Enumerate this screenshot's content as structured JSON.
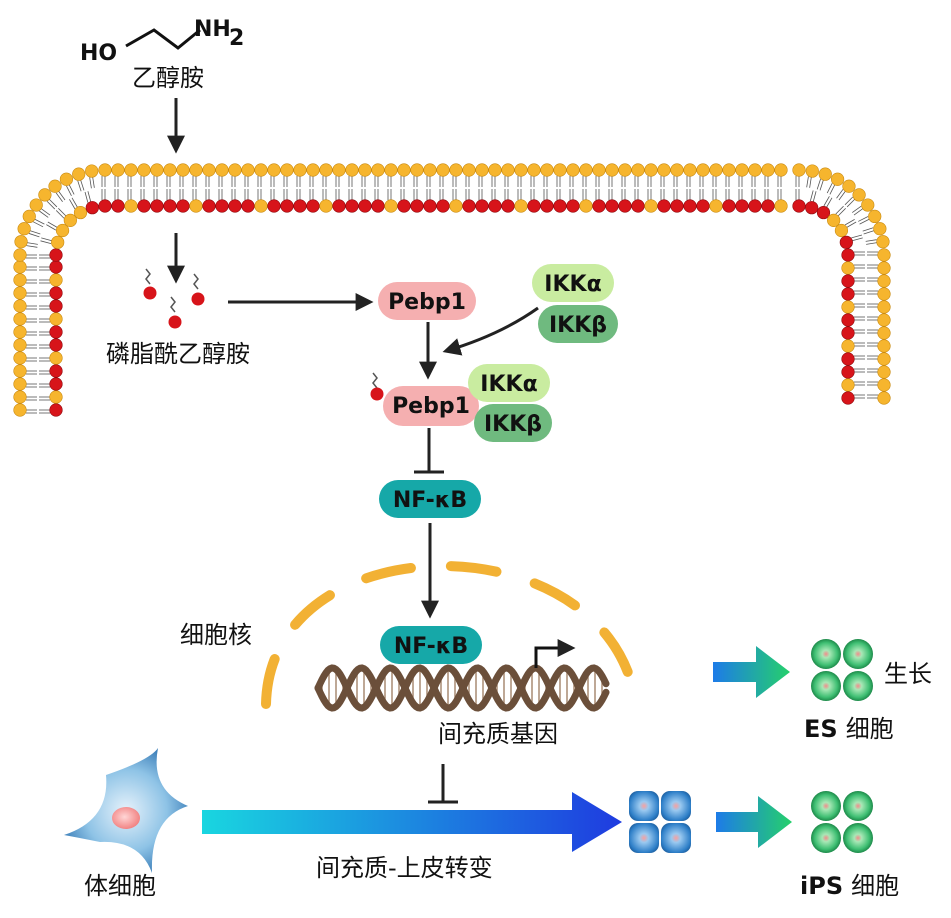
{
  "molecule": {
    "ho": "HO",
    "nh": "NH",
    "sub": "2",
    "name": "乙醇胺"
  },
  "pe_label": "磷脂酰乙醇胺",
  "pebp1": "Pebp1",
  "ikk_a": "IKKα",
  "ikk_b": "IKKβ",
  "nfkb": "NF-κB",
  "nucleus_label": "细胞核",
  "genes_label": "间充质基因",
  "growth": "生长",
  "es": {
    "abbr": "ES",
    "word": "细胞"
  },
  "ips": {
    "abbr": "iPS",
    "word": "细胞"
  },
  "somatic_label": "体细胞",
  "emt_label": "间充质-上皮转变",
  "colors": {
    "lipid_head": "#F6B52E",
    "lipid_red": "#D7141A",
    "pebp1": "#F5AFB0",
    "ikk_a": "#C9ECA0",
    "ikk_b": "#6FBA7F",
    "nfkb": "#16A8A8",
    "nucleus": "#F2B134",
    "dna": "#6B4F3A"
  }
}
